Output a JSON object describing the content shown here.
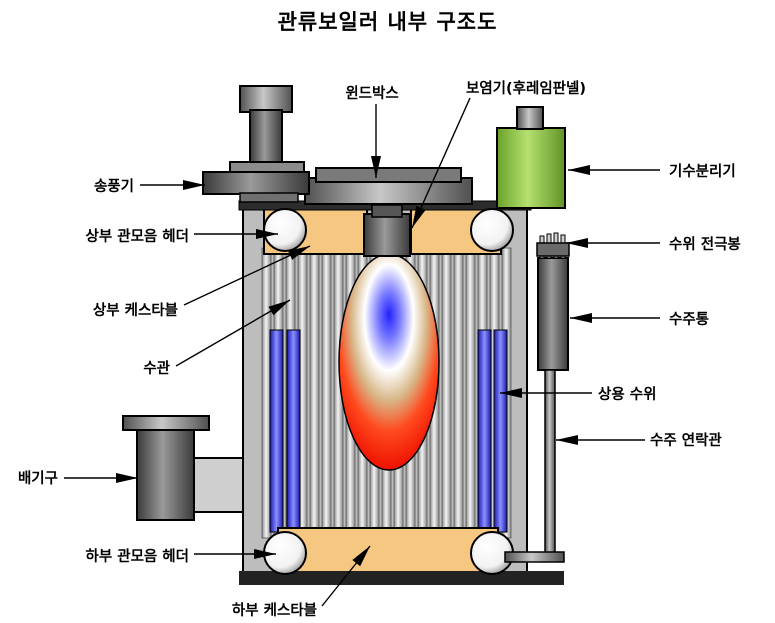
{
  "title": "관류보일러 내부 구조도",
  "labels": {
    "blower": "송풍기",
    "windbox": "윈드박스",
    "burner": "보염기(후레임판넬)",
    "separator": "기수분리기",
    "upper_header": "상부 관모음 헤더",
    "level_electrode": "수위 전극봉",
    "upper_castable": "상부 케스타블",
    "water_column": "수주통",
    "water_tube": "수관",
    "normal_level": "상용 수위",
    "column_pipe": "수주 연락관",
    "exhaust": "배기구",
    "lower_header": "하부 관모음 헤더",
    "lower_castable": "하부 케스타블"
  },
  "colors": {
    "castable": "#f5c781",
    "separator": "#8cc43c",
    "water": "#4550e0",
    "flame_core": "#3030ff",
    "flame_outer": "#ee1100",
    "metal_dark": "#4a4a4a",
    "metal_light": "#d4d4d4"
  }
}
